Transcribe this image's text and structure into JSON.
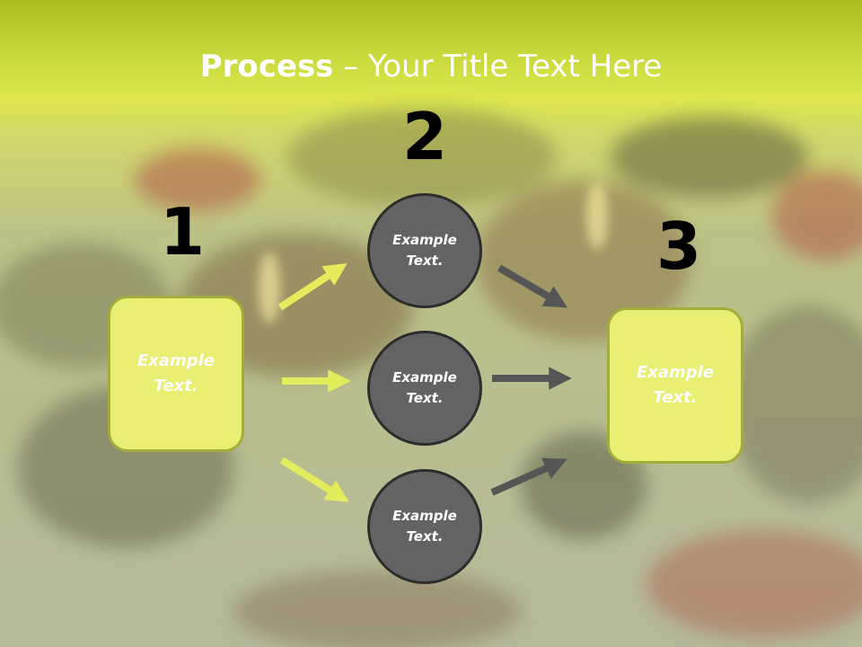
{
  "title": {
    "bold": "Process",
    "rest": " – Your Title Text Here"
  },
  "steps": [
    {
      "number": "1"
    },
    {
      "number": "2"
    },
    {
      "number": "3"
    }
  ],
  "left_box": {
    "line1": "Example",
    "line2": "Text."
  },
  "circles": [
    {
      "line1": "Example",
      "line2": "Text."
    },
    {
      "line1": "Example",
      "line2": "Text."
    },
    {
      "line1": "Example",
      "line2": "Text."
    }
  ],
  "right_box": {
    "line1": "Example",
    "line2": "Text."
  },
  "colors": {
    "title_band": "#c7d83a",
    "box_fill": "#e9ef73",
    "box_border": "#a3ad3a",
    "circle_fill": "#636363",
    "circle_border": "#2d2d2d",
    "arrow_yellow": "#e3ec5c",
    "arrow_gray": "#555555"
  }
}
